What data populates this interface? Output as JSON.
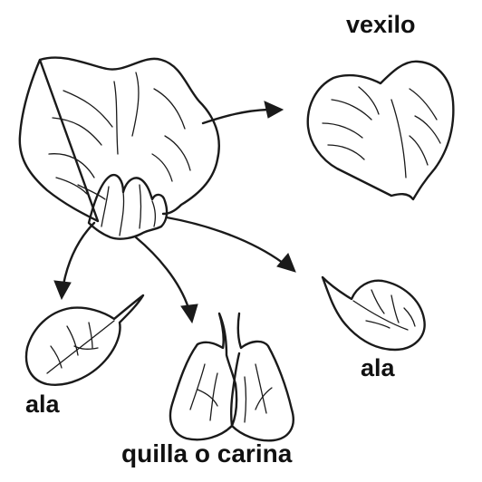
{
  "labels": {
    "vexilo": "vexilo",
    "ala_right": "ala",
    "ala_left": "ala",
    "keel": "quilla o carina"
  },
  "colors": {
    "ink": "#1a1a1a",
    "background": "#ffffff"
  }
}
